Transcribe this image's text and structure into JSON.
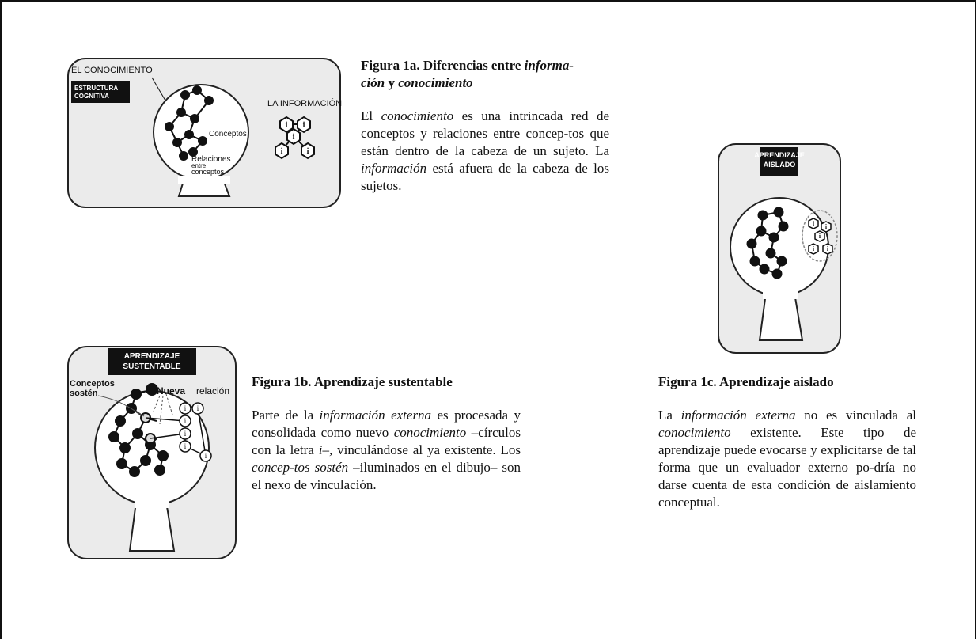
{
  "fig1a": {
    "image": {
      "label_conocimiento": "EL CONOCIMIENTO",
      "label_estructura_1": "ESTRUCTURA",
      "label_estructura_2": "COGNITIVA",
      "label_informacion": "LA INFORMACIÓN",
      "label_conceptos": "Conceptos",
      "label_relaciones_1": "Relaciones",
      "label_relaciones_2": "entre",
      "label_relaciones_3": "conceptos"
    },
    "title_prefix": "Figura 1a. Diferencias entre ",
    "title_em1": "informa-",
    "title_em1b": "ción",
    "title_mid": " y ",
    "title_em2": "conocimiento",
    "body": [
      {
        "t": "El "
      },
      {
        "em": "conocimiento"
      },
      {
        "t": " es una intrincada red de conceptos y relaciones entre concep-tos que están dentro de la cabeza de un sujeto. La "
      },
      {
        "em": "información"
      },
      {
        "t": " está afuera de la cabeza de los sujetos."
      }
    ]
  },
  "fig1b": {
    "image": {
      "banner_1": "APRENDIZAJE",
      "banner_2": "SUSTENTABLE",
      "label_conceptos_1": "Conceptos",
      "label_conceptos_2": "sostén",
      "label_nueva": "Nueva",
      "label_relacion": "relación"
    },
    "title": "Figura 1b. Aprendizaje sustentable",
    "body_parts": {
      "p1": "Parte de la ",
      "em1": "información externa",
      "p2": " es procesada y consolidada como nuevo ",
      "em2": "conocimiento",
      "p3": " –círculos con la letra ",
      "em3": "i",
      "p4": "–, vinculándose al ya existente. Los ",
      "em4": "concep-tos sostén",
      "p5": " –iluminados en el dibujo– son el nexo de vinculación."
    }
  },
  "fig1c": {
    "image": {
      "banner_1": "APRENDIZAJE",
      "banner_2": "AISLADO"
    },
    "title": "Figura 1c. Aprendizaje aislado",
    "body_parts": {
      "p1": "La ",
      "em1": "información externa",
      "p2": " no es vinculada al ",
      "em2": "conocimiento",
      "p3": " existente. Este tipo de aprendizaje puede evocarse y explicitarse de tal forma que un evaluador externo po-dría no darse cuenta de esta condición de aislamiento conceptual."
    }
  }
}
